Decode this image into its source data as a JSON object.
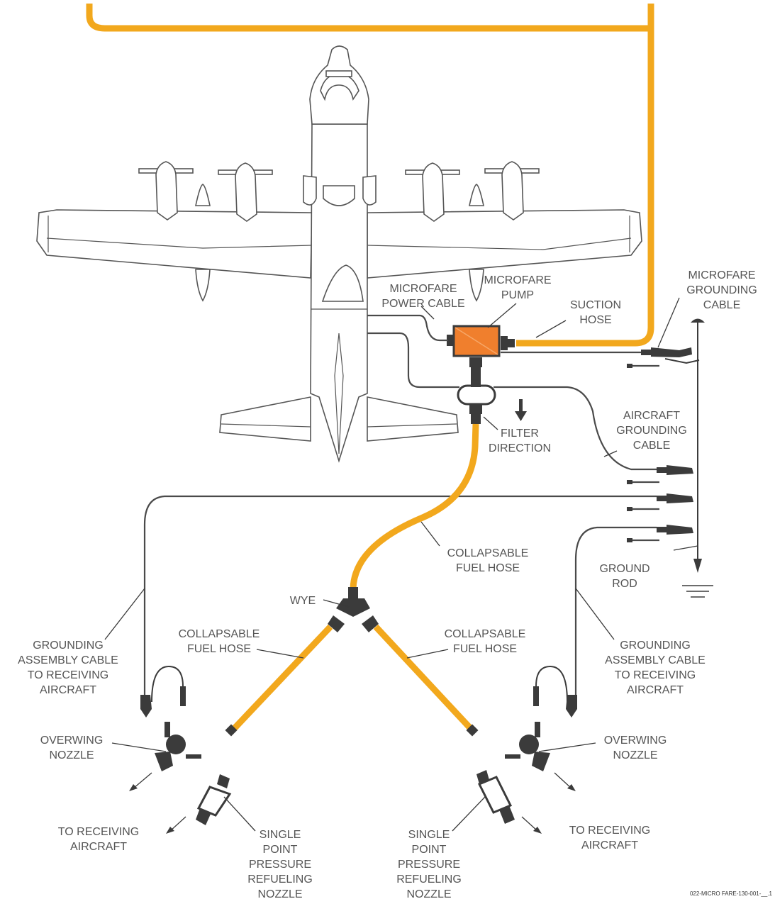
{
  "colors": {
    "hose": "#f2a81d",
    "pump": "#f07f2d",
    "cable": "#4a4a4a",
    "outline": "#555555",
    "text": "#555555"
  },
  "labels": {
    "microfare_power_cable": [
      "MICROFARE",
      "POWER CABLE"
    ],
    "microfare_pump": [
      "MICROFARE",
      "PUMP"
    ],
    "suction_hose": [
      "SUCTION",
      "HOSE"
    ],
    "microfare_grounding_cable": [
      "MICROFARE",
      "GROUNDING",
      "CABLE"
    ],
    "aircraft_grounding_cable": [
      "AIRCRAFT",
      "GROUNDING",
      "CABLE"
    ],
    "filter_direction": [
      "FILTER",
      "DIRECTION"
    ],
    "collapsable_fuel_hose_top": [
      "COLLAPSABLE",
      "FUEL HOSE"
    ],
    "ground_rod": [
      "GROUND",
      "ROD"
    ],
    "wye": "WYE",
    "collapsable_fuel_hose_left": [
      "COLLAPSABLE",
      "FUEL HOSE"
    ],
    "collapsable_fuel_hose_right": [
      "COLLAPSABLE",
      "FUEL HOSE"
    ],
    "grounding_assembly_left": [
      "GROUNDING",
      "ASSEMBLY CABLE",
      "TO RECEIVING",
      "AIRCRAFT"
    ],
    "grounding_assembly_right": [
      "GROUNDING",
      "ASSEMBLY CABLE",
      "TO RECEIVING",
      "AIRCRAFT"
    ],
    "overwing_nozzle_left": [
      "OVERWING",
      "NOZZLE"
    ],
    "overwing_nozzle_right": [
      "OVERWING",
      "NOZZLE"
    ],
    "to_receiving_left": [
      "TO RECEIVING",
      "AIRCRAFT"
    ],
    "to_receiving_right": [
      "TO RECEIVING",
      "AIRCRAFT"
    ],
    "sppr_nozzle_left": [
      "SINGLE",
      "POINT",
      "PRESSURE",
      "REFUELING",
      "NOZZLE"
    ],
    "sppr_nozzle_right": [
      "SINGLE",
      "POINT",
      "PRESSURE",
      "REFUELING",
      "NOZZLE"
    ],
    "figure_id": "022-MICRO FARE-130-001-__.1"
  }
}
